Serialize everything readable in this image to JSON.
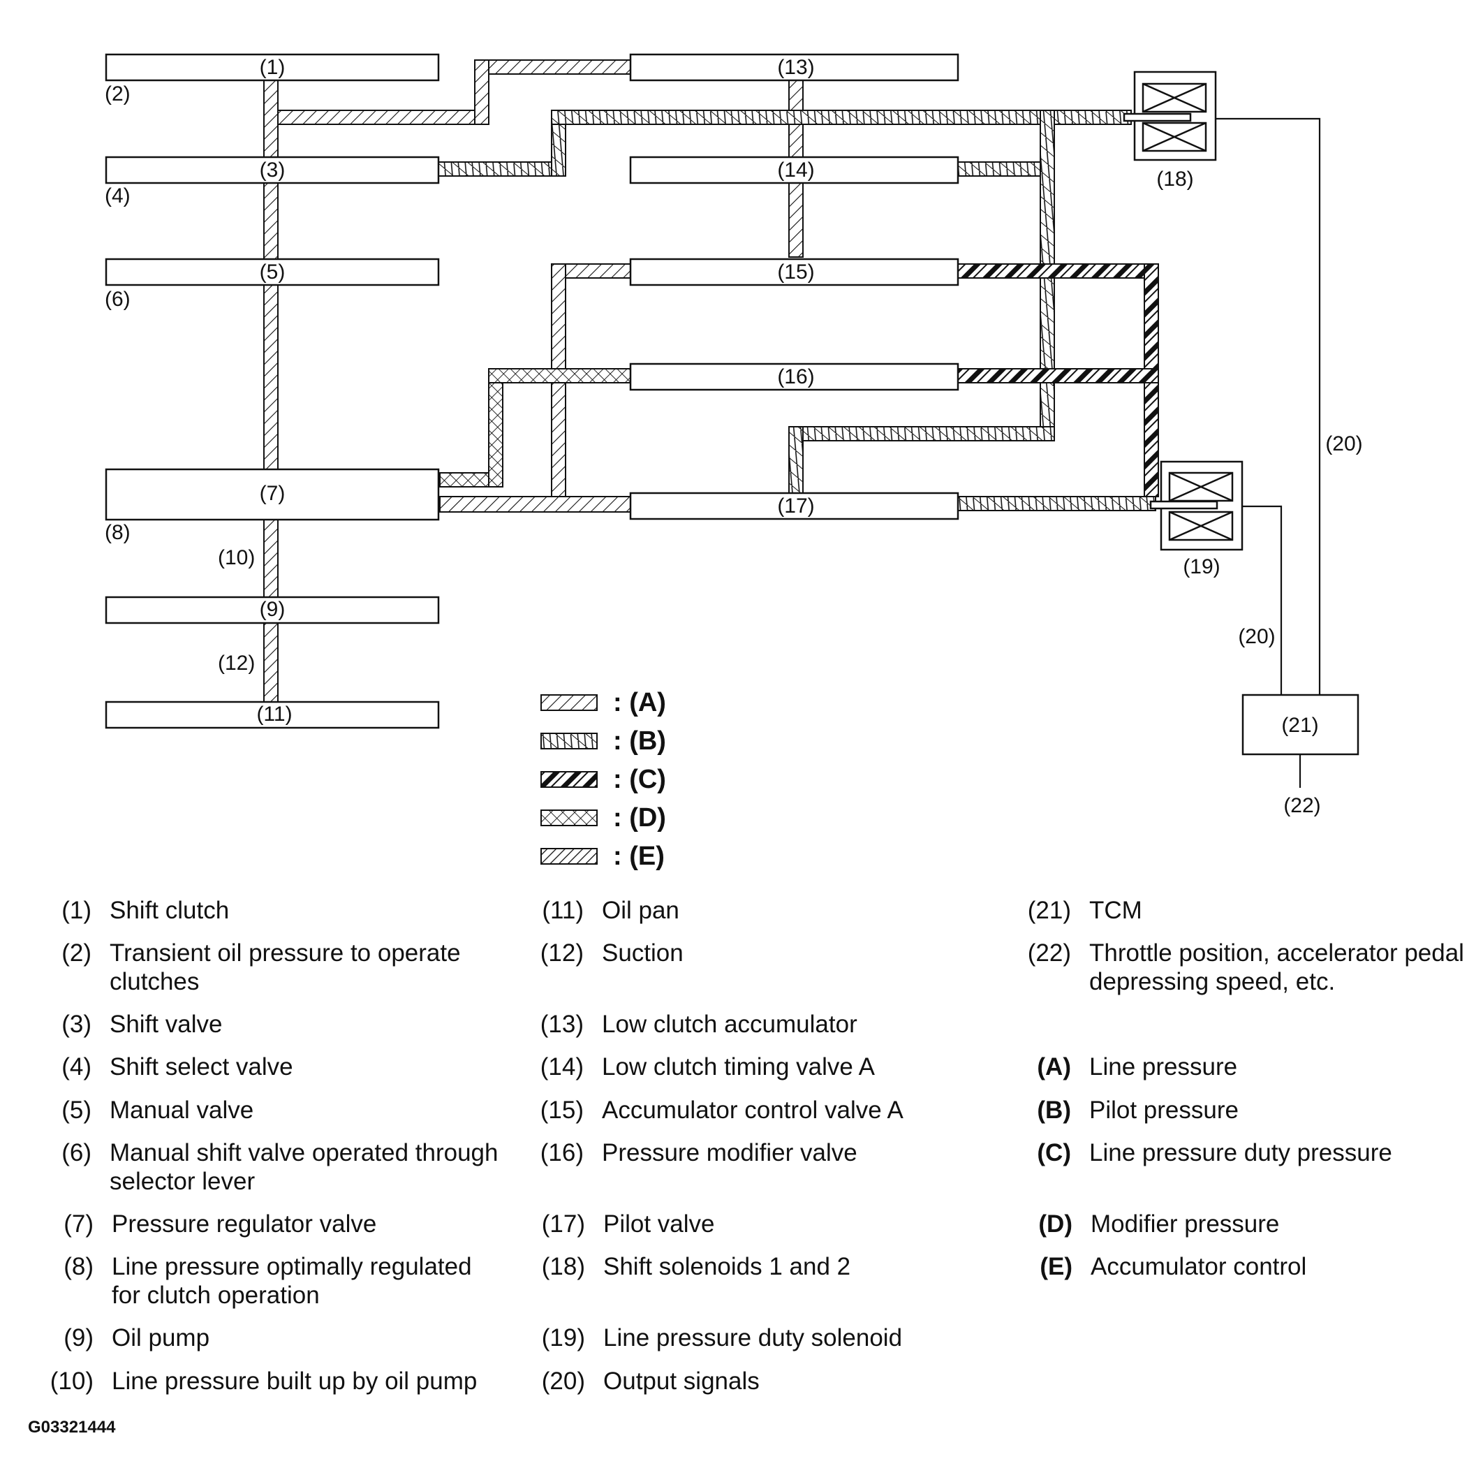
{
  "diagram": {
    "labels": {
      "l1": "(1)",
      "l2": "(2)",
      "l3": "(3)",
      "l4": "(4)",
      "l5": "(5)",
      "l6": "(6)",
      "l7": "(7)",
      "l8": "(8)",
      "l9": "(9)",
      "l10": "(10)",
      "l11": "(11)",
      "l12": "(12)",
      "l13": "(13)",
      "l14": "(14)",
      "l15": "(15)",
      "l16": "(16)",
      "l17": "(17)",
      "l18": "(18)",
      "l19": "(19)",
      "l20a": "(20)",
      "l20b": "(20)",
      "l21": "(21)",
      "l22": "(22)"
    },
    "legend": [
      {
        "key": ": (A)"
      },
      {
        "key": ": (B)"
      },
      {
        "key": ": (C)"
      },
      {
        "key": ": (D)"
      },
      {
        "key": ": (E)"
      }
    ]
  },
  "captions": {
    "col1": [
      {
        "num": "(1)",
        "text": "Shift clutch"
      },
      {
        "num": "(2)",
        "text": "Transient oil pressure to operate clutches"
      },
      {
        "num": "(3)",
        "text": "Shift valve"
      },
      {
        "num": "(4)",
        "text": "Shift select valve"
      },
      {
        "num": "(5)",
        "text": "Manual valve"
      },
      {
        "num": "(6)",
        "text": "Manual shift valve operated through selector lever"
      },
      {
        "num": "(7)",
        "text": "Pressure regulator valve"
      },
      {
        "num": "(8)",
        "text": "Line pressure optimally regulated for clutch operation"
      },
      {
        "num": "(9)",
        "text": "Oil pump"
      },
      {
        "num": "(10)",
        "text": "Line pressure built up by oil pump"
      }
    ],
    "col2": [
      {
        "num": "(11)",
        "text": "Oil pan"
      },
      {
        "num": "(12)",
        "text": "Suction"
      },
      {
        "num": "(13)",
        "text": "Low clutch accumulator"
      },
      {
        "num": "(14)",
        "text": "Low clutch timing valve A"
      },
      {
        "num": "(15)",
        "text": "Accumulator control valve A"
      },
      {
        "num": "(16)",
        "text": "Pressure modifier valve"
      },
      {
        "num": "(17)",
        "text": "Pilot valve"
      },
      {
        "num": "(18)",
        "text": "Shift solenoids 1 and 2"
      },
      {
        "num": "(19)",
        "text": "Line pressure duty solenoid"
      },
      {
        "num": "(20)",
        "text": "Output signals"
      }
    ],
    "col3": [
      {
        "num": "(21)",
        "text": "TCM"
      },
      {
        "num": "(22)",
        "text": "Throttle position, accelerator pedal depressing speed, etc."
      },
      {
        "num": "(A)",
        "text": "Line pressure"
      },
      {
        "num": "(B)",
        "text": "Pilot pressure"
      },
      {
        "num": "(C)",
        "text": "Line pressure duty pressure"
      },
      {
        "num": "(D)",
        "text": "Modifier pressure"
      },
      {
        "num": "(E)",
        "text": "Accumulator control"
      }
    ]
  },
  "figure_id": "G03321444"
}
